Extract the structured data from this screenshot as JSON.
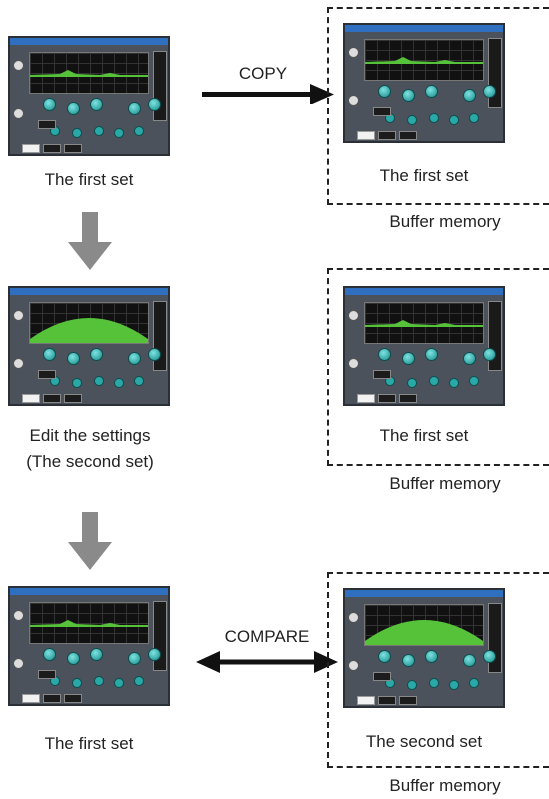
{
  "labels": {
    "first_set": "The first set",
    "edit_line1": "Edit the settings",
    "edit_line2": "(The second set)",
    "second_set": "The second set",
    "buffer_memory": "Buffer memory",
    "copy": "COPY",
    "compare": "COMPARE"
  },
  "screens": [
    {
      "id": "left-1",
      "eq": "flat"
    },
    {
      "id": "left-2",
      "eq": "hump"
    },
    {
      "id": "left-3",
      "eq": "flat"
    },
    {
      "id": "right-1",
      "eq": "flat"
    },
    {
      "id": "right-2",
      "eq": "flat"
    },
    {
      "id": "right-3",
      "eq": "hump"
    }
  ],
  "colors": {
    "eq_fill": "#55c23a",
    "arrow_gray": "#8a8a8a",
    "screen_bg": "#4b525b",
    "knob": "#1ea3a3"
  }
}
